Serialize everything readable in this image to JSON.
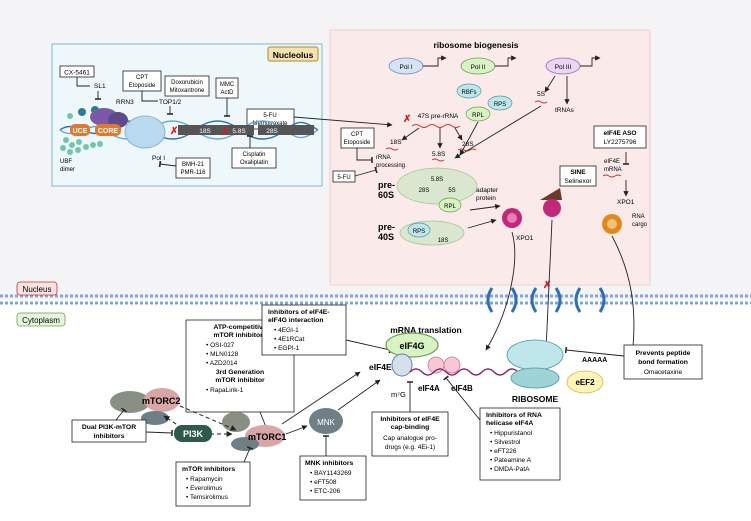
{
  "nucleolus": {
    "title": "Nucleolus",
    "cx5461": "CX-5461",
    "sl1": "SL1",
    "rrn3": "RRN3",
    "cpt": [
      "CPT",
      "Etoposide"
    ],
    "doxo": [
      "Doxorubicin",
      "Mitoxantrone"
    ],
    "top": "TOP1/2",
    "mmc": [
      "MMC",
      "ActD"
    ],
    "fu": [
      "5-FU",
      "Methotrexate"
    ],
    "uce": "UCE",
    "core": "CORE",
    "s18": "18S",
    "s58": "5.8S",
    "s28": "28S",
    "ubf": [
      "UBF",
      "dimer"
    ],
    "poli": "Pol I",
    "bmh": [
      "BMH-21",
      "PMR-116"
    ],
    "cisplatin": [
      "Cisplatin",
      "Oxaliplatin"
    ]
  },
  "biogenesis": {
    "title": "ribosome biogenesis",
    "pol1": "Pol I",
    "pol2": "Pol II",
    "pol3": "Pol III",
    "rbfs": "RBFs",
    "rps": "RPS",
    "rpl": "RPL",
    "pre47": "47S pre-rRNA",
    "r18": "18S",
    "r28": "28S",
    "r58": "5.8S",
    "r5": "5S",
    "trnas": "tRNAs",
    "cpt2": [
      "CPT",
      "Etoposide"
    ],
    "processing": [
      "rRNA",
      "processing"
    ],
    "fu2": "5-FU",
    "eif4easo": [
      "eIF4E ASO",
      "LY2275796"
    ],
    "eif4emrna": [
      "eIF4E",
      "mRNA"
    ],
    "pre60": [
      "pre-",
      "60S"
    ],
    "pre40": [
      "pre-",
      "40S"
    ],
    "s60_58": "5.8S",
    "s60_28": "28S",
    "s60_5": "5S",
    "s60_rpl": "RPL",
    "s40_rps": "RPS",
    "s40_18": "18S",
    "adapter": [
      "adapter",
      "protein"
    ],
    "xpo1a": "XPO1",
    "sine": [
      "SINE",
      "Selinexor"
    ],
    "xpo1b": "XPO1",
    "cargo": [
      "RNA",
      "cargo"
    ]
  },
  "compartments": {
    "nucleus": "Nucleus",
    "cytoplasm": "Cytoplasm"
  },
  "mtor": {
    "atp_title": [
      "ATP-competitive",
      "mTOR inhibitors"
    ],
    "atp_items": [
      "OSI-027",
      "MLN0128",
      "AZD2014"
    ],
    "gen3_title": [
      "3rd Generation",
      "mTOR inhibitor"
    ],
    "gen3_items": [
      "RapaLink-1"
    ],
    "mtorc2": "mTORC2",
    "mtorc1": "mTORC1",
    "pi3k": "PI3K",
    "dual": [
      "Dual PI3K-mTOR",
      "inhibitors"
    ],
    "inh_title": "mTOR inhibitors",
    "inh_items": [
      "Rapamycin",
      "Everolimus",
      "Temsirolimus"
    ]
  },
  "mnk": {
    "label": "MNK",
    "inh_title": "MNK inhibitors",
    "inh_items": [
      "BAY1143269",
      "eFT508",
      "ETC-206"
    ]
  },
  "translation": {
    "title": "mRNA translation",
    "eif4g": "eIF4G",
    "eif4e": "eIF4E",
    "m7g": "m⁷G",
    "eif4a": "eIF4A",
    "eif4b": "eIF4B",
    "aaaaa": "AAAAA",
    "ribosome": "RIBOSOME",
    "eef2": "eEF2",
    "interaction_title": [
      "Inhibitors of eIF4E-",
      "eIF4G interaction"
    ],
    "interaction_items": [
      "4EGI-1",
      "4E1RCat",
      "EGPI-1"
    ],
    "capbinding_title": [
      "Inhibitors of eIF4E",
      "cap-binding"
    ],
    "capbinding_text": [
      "Cap analogue pro-",
      "drugs (e.g. 4Ei-1)"
    ],
    "helicase_title": [
      "Inhibitors of RNA",
      "helicase eIF4A"
    ],
    "helicase_items": [
      "Hippuristanol",
      "Silvestrol",
      "eFT226",
      "Pateamine A",
      "DMDA-PatA"
    ],
    "prevents_title": [
      "Prevents peptide",
      "bond formation"
    ],
    "prevents_drug": "Omacetaxine"
  },
  "colors": {
    "nucleolus_bg": "#eef7fa",
    "nucleolus_border": "#8fc3d6",
    "biogenesis_bg": "#fbeaea",
    "label_tab": "#f3e3b0",
    "tab_border": "#b08a2e",
    "membrane": "#7ea6d8",
    "rna_wave": "#c0392b",
    "green_protein": "#d9f2c4",
    "teal_protein": "#bfe6ea"
  }
}
